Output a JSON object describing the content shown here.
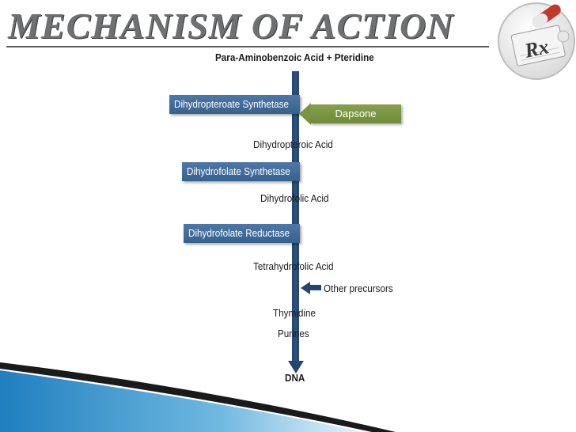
{
  "slide": {
    "title": "MECHANISM OF ACTION",
    "badge_text": "Rx"
  },
  "pathway": {
    "start": "Para-Aminobenzoic Acid + Pteridine",
    "enzyme_1": "Dihydropteroate Synthetase",
    "inhibitor": "Dapsone",
    "intermediate_1": "Dihydropteroic Acid",
    "enzyme_2": "Dihydrofolate Synthetase",
    "intermediate_2": "Dihydrofolic Acid",
    "enzyme_3": "Dihydrofolate Reductase",
    "intermediate_3": "Tetrahydrofolic Acid",
    "side_input": "Other precursors",
    "product_1": "Thymidine",
    "product_2": "Purines",
    "end": "DNA"
  },
  "colors": {
    "enzyme_fill": "#3f6b9a",
    "inhibitor_fill": "#7a9440",
    "arrow": "#24456e",
    "title_text": "#6e7071",
    "swoosh_blue": "#2f8fc8"
  }
}
